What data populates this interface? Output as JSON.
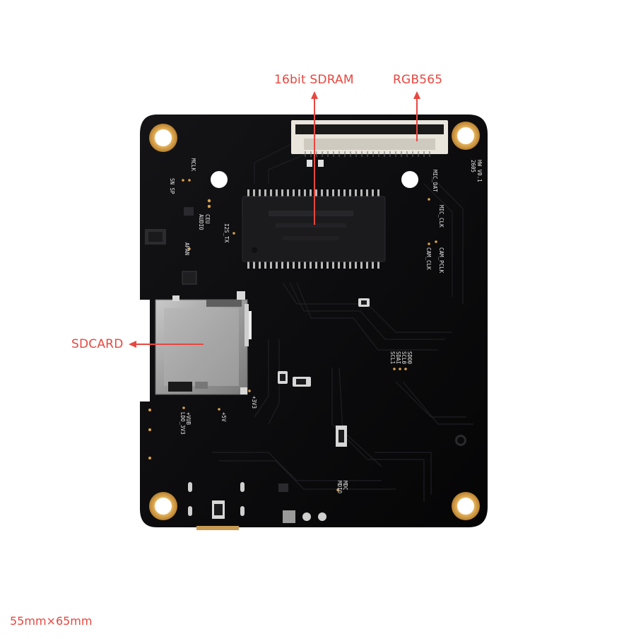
{
  "labels": {
    "sdram": "16bit SDRAM",
    "rgb": "RGB565",
    "sdcard": "SDCARD",
    "size": "55mm×65mm"
  },
  "silkscreen": {
    "mclk": "MCLK",
    "sn_sp": "SN SP",
    "ceu": "CEU",
    "audio": "AUDIO",
    "i2s_tx": "I2S_TX",
    "apan": "APAN",
    "mic_dat": "MIC_DAT",
    "mic_clk": "MIC_CLK",
    "cam_pclk": "CAM_PCLK",
    "cam_clk": "CAM_CLK",
    "version": "HW V0.1",
    "version_code": "2605",
    "sdo": "SDO0",
    "sclo": "SCL0",
    "sdai": "SDAI",
    "scl1": "SCL1",
    "vub": "+VUB",
    "ldo": "LDO_3V3",
    "p5v": "+5V",
    "p3v3": "+3V3",
    "mdc": "MDC",
    "mdio": "MDIO"
  },
  "colors": {
    "callout": "#e8473f",
    "board": "#0b0b0d",
    "gold": "#d9a24b",
    "silk": "#e7e7e7"
  }
}
